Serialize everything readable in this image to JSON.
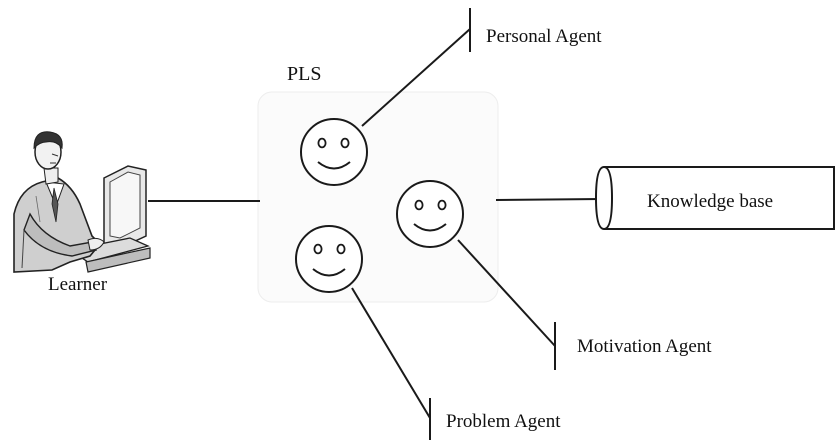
{
  "diagram": {
    "system_label": "PLS",
    "learner_label": "Learner",
    "agents": {
      "personal": "Personal Agent",
      "motivation": "Motivation Agent",
      "problem": "Problem Agent"
    },
    "knowledge_base_label": "Knowledge base"
  },
  "colors": {
    "line": "#1a1a1a",
    "pls_box_fill": "#fbfbfb",
    "pls_box_stroke": "#ededed",
    "suit": "#cfcfcf"
  },
  "icons": {
    "learner": "person-at-computer-icon",
    "agent_face": "smiley-face-icon",
    "database": "cylinder-database-icon"
  }
}
